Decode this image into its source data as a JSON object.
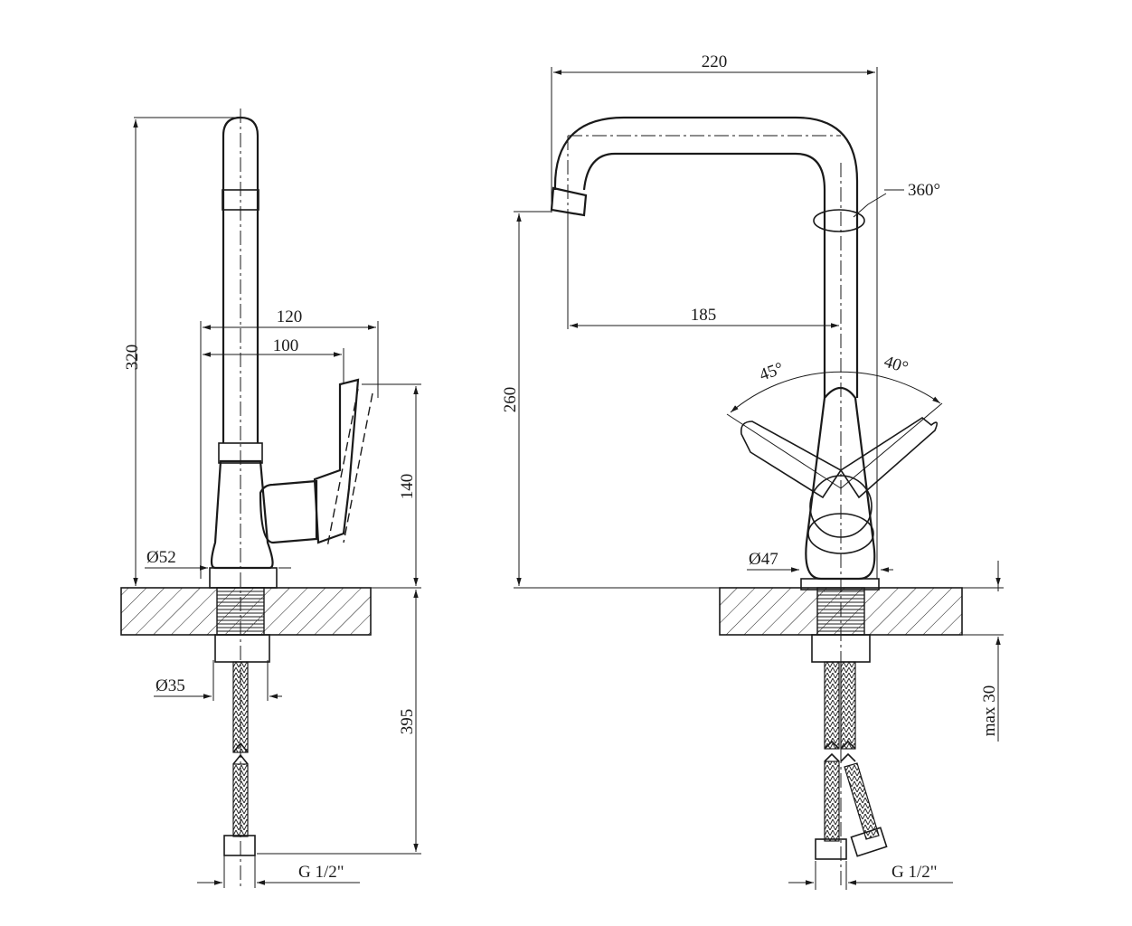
{
  "side_view": {
    "height_total": "320",
    "lever_reach": "120",
    "spout_axis_to_lever": "100",
    "body_height": "140",
    "base_diameter": "Ø52",
    "shank_diameter": "Ø35",
    "hose_length": "395",
    "connection_thread": "G 1/2\""
  },
  "front_view": {
    "overall_width": "220",
    "spout_reach": "185",
    "spout_height": "260",
    "rotation_angle": "360°",
    "lever_angle_left": "45°",
    "lever_angle_right": "40°",
    "base_diameter": "Ø47",
    "max_countertop": "max 30",
    "connection_thread": "G 1/2\""
  },
  "colors": {
    "line": "#1a1a1a",
    "background": "#ffffff"
  }
}
